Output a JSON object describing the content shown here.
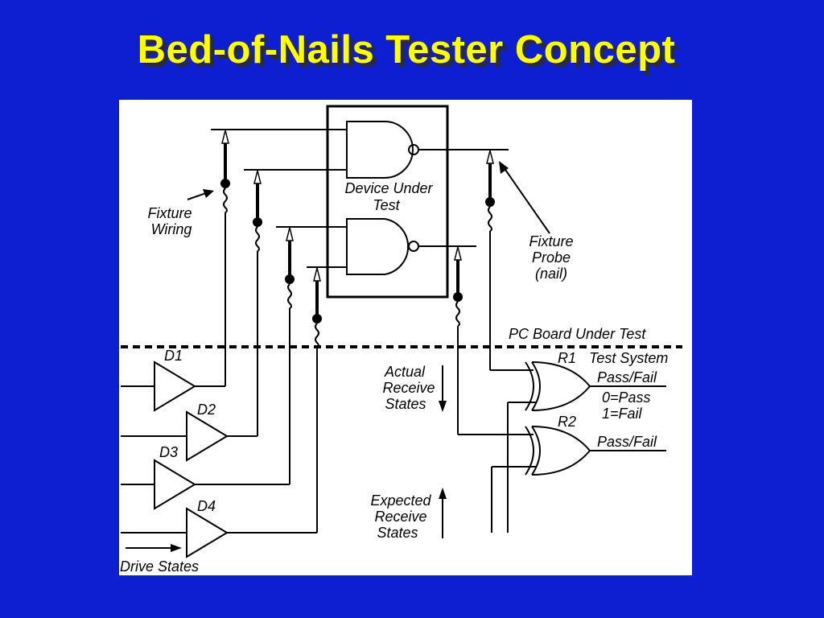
{
  "slide": {
    "title": "Bed-of-Nails Tester Concept"
  },
  "diagram": {
    "labels": {
      "fixture_wiring": [
        "Fixture",
        "Wiring"
      ],
      "device_under_test": [
        "Device Under",
        "Test"
      ],
      "fixture_probe": [
        "Fixture",
        "Probe",
        "(nail)"
      ],
      "pc_board": "PC Board Under Test",
      "test_system": "Test System",
      "actual_receive": [
        "Actual",
        "Receive",
        "States"
      ],
      "expected_receive": [
        "Expected",
        "Receive",
        "States"
      ],
      "drive_states": "Drive States",
      "pass_fail_1": "Pass/Fail",
      "pass_fail_2": "Pass/Fail",
      "legend_pass": "0=Pass",
      "legend_fail": "1=Fail"
    },
    "drivers": [
      "D1",
      "D2",
      "D3",
      "D4"
    ],
    "receivers": [
      "R1",
      "R2"
    ]
  }
}
